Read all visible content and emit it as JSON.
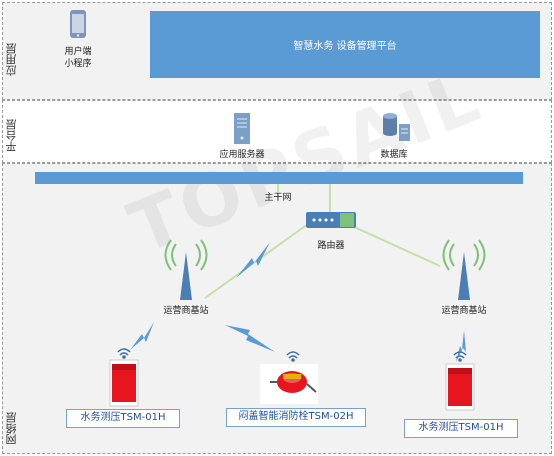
{
  "layers": {
    "application": "应用层",
    "platform": "平台层",
    "network": "网络层"
  },
  "app": {
    "miniprogram_label": "用户端\n小程序",
    "platform_title": "智慧水务 设备管理平台"
  },
  "platform": {
    "app_server": "应用服务器",
    "database": "数据库"
  },
  "network": {
    "backbone": "主干网",
    "router": "路由器",
    "base_station_left": "运营商基站",
    "base_station_right": "运营商基站",
    "device_left": "水务测压TSM-01H",
    "device_middle": "闷盖智能消防栓TSM-02H",
    "device_right": "水务测压TSM-01H"
  },
  "watermark": "TOPSAIL",
  "colors": {
    "accent": "#5b9bd5",
    "link_green": "#c5e0a5",
    "device_red": "#e8141e"
  }
}
